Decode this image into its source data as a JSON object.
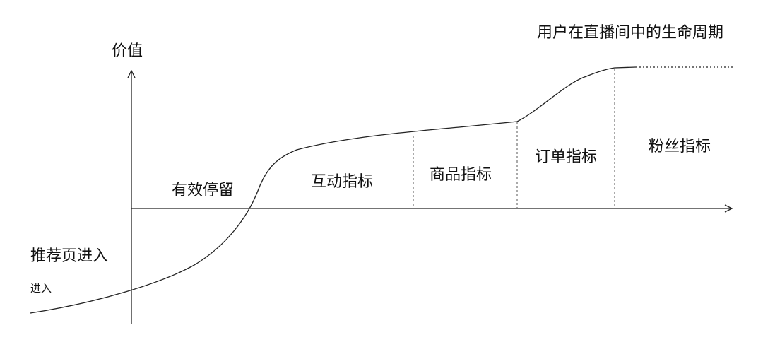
{
  "title": "用户在直播间中的生命周期",
  "y_axis_label": "价值",
  "entry": {
    "main_label": "推荐页进入",
    "sub_label": "进入"
  },
  "segments": [
    {
      "label": "有效停留"
    },
    {
      "label": "互动指标"
    },
    {
      "label": "商品指标"
    },
    {
      "label": "订单指标"
    },
    {
      "label": "粉丝指标"
    }
  ],
  "colors": {
    "line": "#222222",
    "divider": "#555555",
    "text": "#111111"
  }
}
